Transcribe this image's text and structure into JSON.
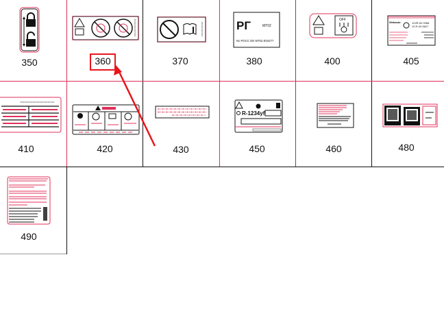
{
  "parts": [
    {
      "number": "350"
    },
    {
      "number": "360"
    },
    {
      "number": "370"
    },
    {
      "number": "380",
      "label_text": "MT02",
      "label_code": "No POCC DE MT02.E04277"
    },
    {
      "number": "400",
      "label_text": "OFF"
    },
    {
      "number": "405",
      "label_text": "Webasto",
      "label_code": "122R-00 0358",
      "label_code2": "10 R-03 5627"
    },
    {
      "number": "410"
    },
    {
      "number": "420"
    },
    {
      "number": "430"
    },
    {
      "number": "450",
      "label_text": "R-1234yf"
    },
    {
      "number": "460"
    },
    {
      "number": "480"
    },
    {
      "number": "490"
    }
  ],
  "highlight": {
    "part": "360",
    "color": "#e8151b"
  },
  "colors": {
    "grid_red": "#e0305a",
    "grid_black": "#111111",
    "label_border": "#e0305a"
  }
}
